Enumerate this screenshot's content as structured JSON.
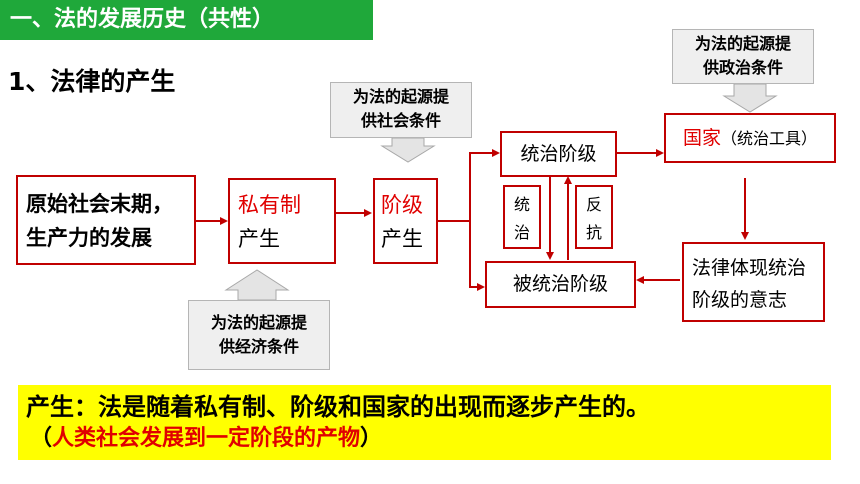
{
  "banner": "一、法的发展历史（共性）",
  "subtitle": "1、法律的产生",
  "boxes": {
    "origin_line1": "原始社会末期，",
    "origin_line2": "生产力的发展",
    "private_top": "私有制",
    "private_bottom": "产生",
    "class_top": "阶级",
    "class_bottom": "产生",
    "ruling": "统治阶级",
    "ruled": "被统治阶级",
    "state_red": "国家",
    "state_rest": "（统治工具）",
    "law_line1": "法律体现统治",
    "law_line2": "阶级的意志",
    "rule_line1": "统",
    "rule_line2": "治",
    "resist_line1": "反",
    "resist_line2": "抗"
  },
  "callouts": {
    "social_line1": "为法的起源提",
    "social_line2": "供社会条件",
    "political_line1": "为法的起源提",
    "political_line2": "供政治条件",
    "economic_line1": "为法的起源提",
    "economic_line2": "供经济条件"
  },
  "summary": {
    "line1": "产生：法是随着私有制、阶级和国家的出现而逐步产生的。",
    "paren_open": "（",
    "line2_red": "人类社会发展到一定阶段的产物",
    "paren_close": "）"
  },
  "colors": {
    "banner_bg": "#1fa83a",
    "accent_red": "#c00000",
    "summary_bg": "#ffff00"
  }
}
